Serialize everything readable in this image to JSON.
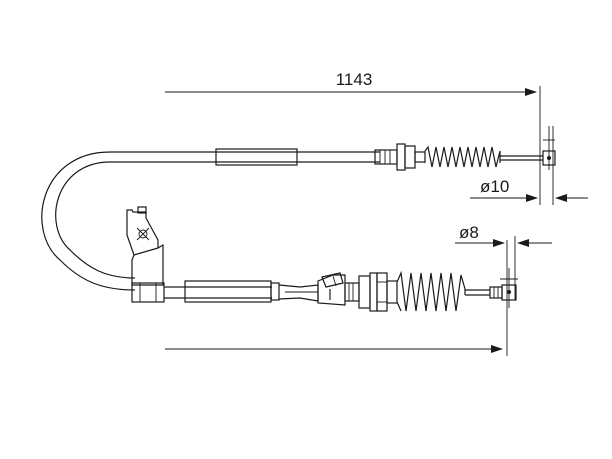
{
  "diagram": {
    "dimensions": {
      "overall_length": "1143",
      "diameter_upper": "ø10",
      "diameter_lower": "ø8"
    }
  }
}
